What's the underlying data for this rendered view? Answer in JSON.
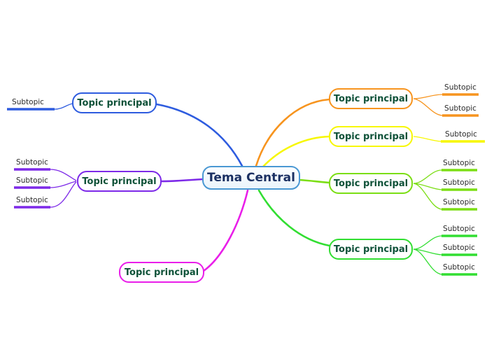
{
  "center": {
    "label": "Tema Central",
    "border_color": "#4a98d3",
    "text_color": "#1b3062"
  },
  "topic_label_color": "#0e5138",
  "subtopic_text_color": "#2b2b2b",
  "background_color": "#ffffff",
  "topics": [
    {
      "label": "Topic principal",
      "color": "#2e5cdf",
      "position": "upper-left",
      "subtopics": [
        "Subtopic"
      ]
    },
    {
      "label": "Topic principal",
      "color": "#7d2ae8",
      "position": "left",
      "subtopics": [
        "Subtopic",
        "Subtopic",
        "Subtopic"
      ]
    },
    {
      "label": "Topic principal",
      "color": "#e91ee9",
      "position": "bottom",
      "subtopics": []
    },
    {
      "label": "Topic principal",
      "color": "#f7941e",
      "position": "upper-right",
      "subtopics": [
        "Subtopic",
        "Subtopic"
      ]
    },
    {
      "label": "Topic principal",
      "color": "#f7f700",
      "position": "right-upper",
      "subtopics": [
        "Subtopic"
      ]
    },
    {
      "label": "Topic principal",
      "color": "#7bde14",
      "position": "right",
      "subtopics": [
        "Subtopic",
        "Subtopic",
        "Subtopic"
      ]
    },
    {
      "label": "Topic principal",
      "color": "#32de32",
      "position": "lower-right",
      "subtopics": [
        "Subtopic",
        "Subtopic",
        "Subtopic"
      ]
    }
  ]
}
